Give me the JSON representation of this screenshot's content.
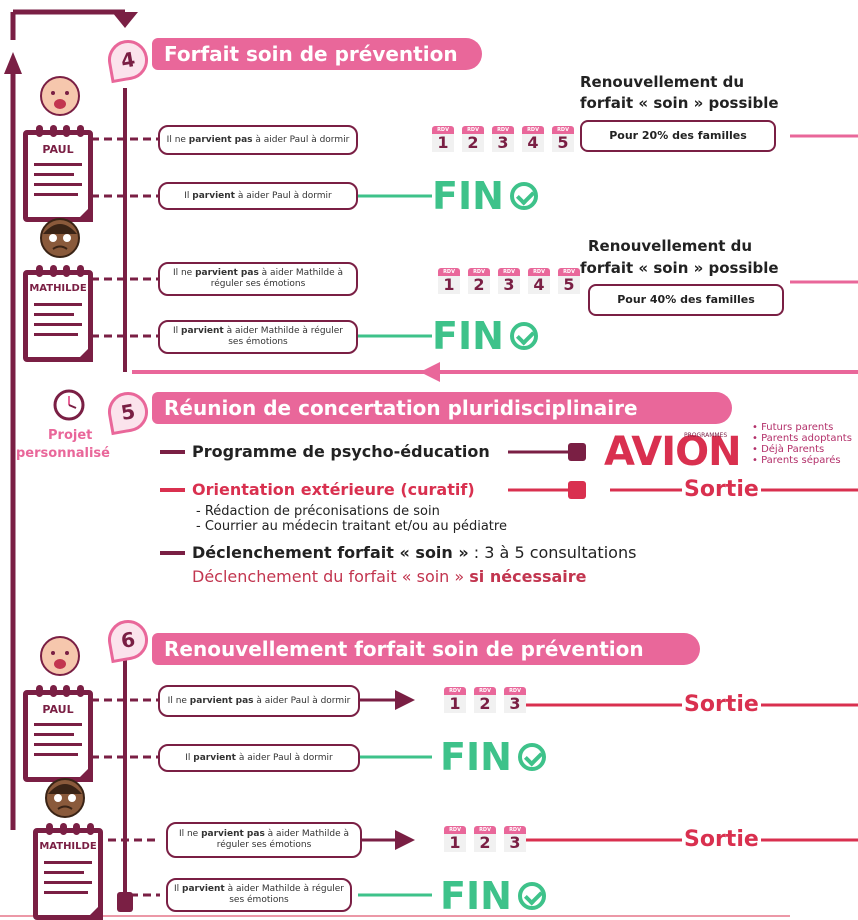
{
  "colors": {
    "pink": "#e9679a",
    "maroon": "#7a1f44",
    "green": "#3ec28a",
    "red": "#d9304f"
  },
  "step4": {
    "number": "4",
    "title": "Forfait soin de prévention"
  },
  "step5": {
    "number": "5",
    "title": "Réunion de concertation pluridisciplinaire"
  },
  "step6": {
    "number": "6",
    "title": "Renouvellement forfait soin de prévention"
  },
  "children": {
    "paul": "PAUL",
    "mathilde": "MATHILDE"
  },
  "outcomes": {
    "paul_fail": {
      "pre": "Il ne ",
      "bold": "parvient pas",
      "post": " à aider Paul à dormir"
    },
    "paul_ok": {
      "pre": "Il ",
      "bold": "parvient",
      "post": " à aider Paul à dormir"
    },
    "mathilde_fail": {
      "pre": "Il ne ",
      "bold": "parvient pas",
      "post": " à aider Mathilde à réguler ses émotions"
    },
    "mathilde_ok": {
      "pre": "Il ",
      "bold": "parvient",
      "post": " à aider Mathilde à réguler ses émotions"
    }
  },
  "calendar_label": "RDV",
  "sessions_5": [
    "1",
    "2",
    "3",
    "4",
    "5"
  ],
  "sessions_3": [
    "1",
    "2",
    "3"
  ],
  "fin_label": "FIN",
  "sortie_label": "Sortie",
  "renewal": {
    "title_line1": "Renouvellement du",
    "title_line2": "forfait « soin » possible",
    "paul_rate": "Pour 20% des familles",
    "mathilde_rate": "Pour 40% des familles"
  },
  "projet": {
    "line1": "Projet",
    "line2": "personnalisé"
  },
  "rcp": {
    "psycho": "Programme de psycho-éducation",
    "orientation": "Orientation extérieure (curatif)",
    "orient_item1": "- Rédaction de préconisations de soin",
    "orient_item2": "- Courrier au médecin traitant et/ou au pédiatre",
    "declench_bold": "Déclenchement forfait « soin »",
    "declench_rest": " : 3 à 5 consultations",
    "declench2_pre": "Déclenchement du forfait « soin » ",
    "declench2_bold": "si nécessaire"
  },
  "avion": {
    "logo": "AVION",
    "programmes": "PROGRAMMES",
    "items": [
      "• Futurs parents",
      "• Parents adoptants",
      "• Déjà Parents",
      "• Parents séparés"
    ]
  }
}
